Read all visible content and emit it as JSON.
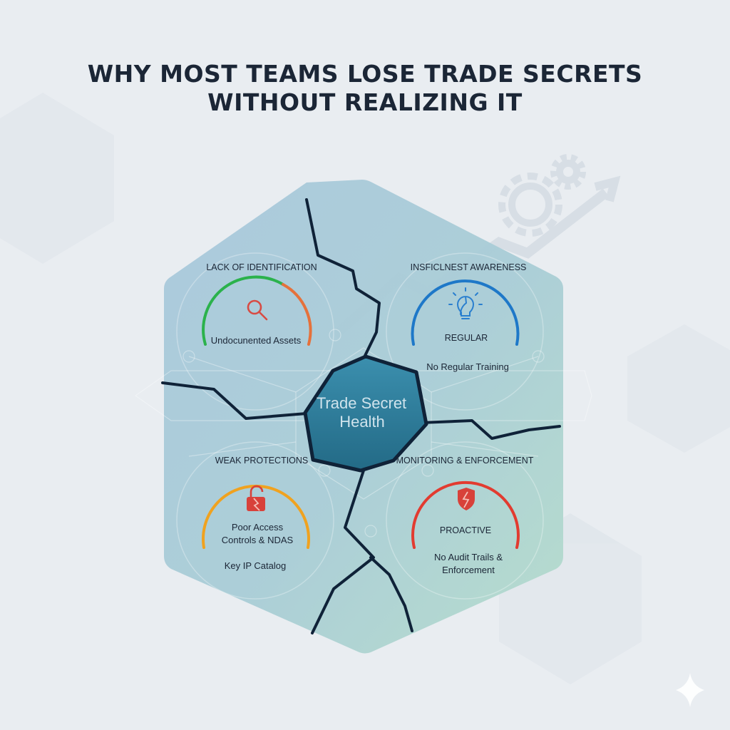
{
  "title": {
    "line1": "WHY MOST TEAMS LOSE TRADE SECRETS",
    "line2": "WITHOUT REALIZING IT"
  },
  "center": {
    "line1": "Trade Secret",
    "line2": "Health"
  },
  "quadrants": {
    "identification": {
      "heading": "LACK OF IDENTIFICATION",
      "label": "Undocunented Assets",
      "icon": "magnifier-icon",
      "arc_colors": [
        "#2bb24c",
        "#e5713b"
      ]
    },
    "awareness": {
      "heading": "INSFICLNEST AWARENESS",
      "status": "REGULAR",
      "label": "No Regular Training",
      "icon": "lightbulb-icon",
      "arc_colors": [
        "#1e78c8"
      ]
    },
    "protections": {
      "heading": "WEAK PROTECTIONS",
      "label_line1": "Poor Access",
      "label_line2": "Controls & NDAS",
      "footer": "Key IP Catalog",
      "icon": "broken-lock-icon",
      "arc_colors": [
        "#f0a21f"
      ]
    },
    "monitoring": {
      "heading": "MONITORING & ENFORCEMENT",
      "status": "PROACTIVE",
      "label_line1": "No Audit Trails &",
      "label_line2": "Enforcement",
      "icon": "broken-shield-icon",
      "arc_colors": [
        "#e23b30"
      ]
    }
  },
  "colors": {
    "background": "#e9edf1",
    "crack": "#0f2238",
    "center_fill": "#2e7f9d",
    "text_dark": "#1b2636"
  }
}
